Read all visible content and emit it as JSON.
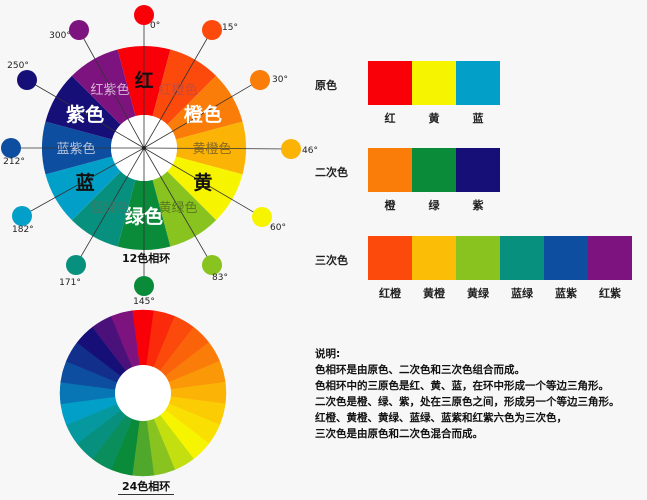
{
  "wheel12": {
    "caption": "12色相环",
    "segments": [
      {
        "label": "红",
        "color": "#f90008",
        "text_color": "#111"
      },
      {
        "label": "红橙色",
        "color": "#fb4a0c",
        "text_color": "#c74a3a"
      },
      {
        "label": "橙色",
        "color": "#fa7d0a",
        "text_color": "#ffffff"
      },
      {
        "label": "黄橙色",
        "color": "#fbb306",
        "text_color": "#8a6a20"
      },
      {
        "label": "黄",
        "color": "#f7f400",
        "text_color": "#111"
      },
      {
        "label": "黄绿色",
        "color": "#88c31f",
        "text_color": "#5a7a20"
      },
      {
        "label": "绿色",
        "color": "#0a8b3a",
        "text_color": "#ffffff"
      },
      {
        "label": "蓝绿色",
        "color": "#08907e",
        "text_color": "#3a7a6a"
      },
      {
        "label": "蓝",
        "color": "#02a0c8",
        "text_color": "#111"
      },
      {
        "label": "蓝紫色",
        "color": "#0e4ea0",
        "text_color": "#b8c4dc"
      },
      {
        "label": "紫色",
        "color": "#170f78",
        "text_color": "#ffffff"
      },
      {
        "label": "红紫色",
        "color": "#7d137e",
        "text_color": "#d8b0d8"
      }
    ],
    "markers": [
      {
        "angle": "0°",
        "color": "#f90008"
      },
      {
        "angle": "15°",
        "color": "#fb4a0c"
      },
      {
        "angle": "30°",
        "color": "#fa7d0a"
      },
      {
        "angle": "46°",
        "color": "#fbb306"
      },
      {
        "angle": "60°",
        "color": "#f7f400"
      },
      {
        "angle": "83°",
        "color": "#88c31f"
      },
      {
        "angle": "145°",
        "color": "#0a8b3a"
      },
      {
        "angle": "171°",
        "color": "#08907e"
      },
      {
        "angle": "182°",
        "color": "#02a0c8"
      },
      {
        "angle": "212°",
        "color": "#0e4ea0"
      },
      {
        "angle": "250°",
        "color": "#170f78"
      },
      {
        "angle": "300°",
        "color": "#7d137e"
      }
    ]
  },
  "wheel24": {
    "caption": "24色相环",
    "colors": [
      "#f90008",
      "#fa2a0a",
      "#fb4a0c",
      "#fb630b",
      "#fa7d0a",
      "#fa9808",
      "#fbb306",
      "#fbcb04",
      "#f9e002",
      "#f7f400",
      "#c4df10",
      "#88c31f",
      "#4fa82c",
      "#0a8b3a",
      "#0a8e5c",
      "#08907e",
      "#06989f",
      "#02a0c8",
      "#0876b4",
      "#0e4ea0",
      "#122f8c",
      "#170f78",
      "#4a117b",
      "#7d137e",
      "#bb0d7a"
    ]
  },
  "swatches": {
    "primary": {
      "label": "原色",
      "items": [
        {
          "name": "红",
          "color": "#f90008"
        },
        {
          "name": "黄",
          "color": "#f7f400"
        },
        {
          "name": "蓝",
          "color": "#02a0c8"
        }
      ]
    },
    "secondary": {
      "label": "二次色",
      "items": [
        {
          "name": "橙",
          "color": "#fa7d0a"
        },
        {
          "name": "绿",
          "color": "#0a8b3a"
        },
        {
          "name": "紫",
          "color": "#170f78"
        }
      ]
    },
    "tertiary": {
      "label": "三次色",
      "items": [
        {
          "name": "红橙",
          "color": "#fb4a0c"
        },
        {
          "name": "黄橙",
          "color": "#fbbd06"
        },
        {
          "name": "黄绿",
          "color": "#88c31f"
        },
        {
          "name": "蓝绿",
          "color": "#08907e"
        },
        {
          "name": "蓝紫",
          "color": "#0e4ea0"
        },
        {
          "name": "红紫",
          "color": "#7d137e"
        }
      ]
    }
  },
  "notes": {
    "title": "说明:",
    "lines": [
      "色相环是由原色、二次色和三次色组合而成。",
      "色相环中的三原色是红、黄、蓝，在环中形成一个等边三角形。",
      "二次色是橙、绿、紫，处在三原色之间，形成另一个等边三角形。",
      "红橙、黄橙、黄绿、蓝绿、蓝紫和红紫六色为三次色，",
      "三次色是由原色和二次色混合而成。"
    ]
  }
}
